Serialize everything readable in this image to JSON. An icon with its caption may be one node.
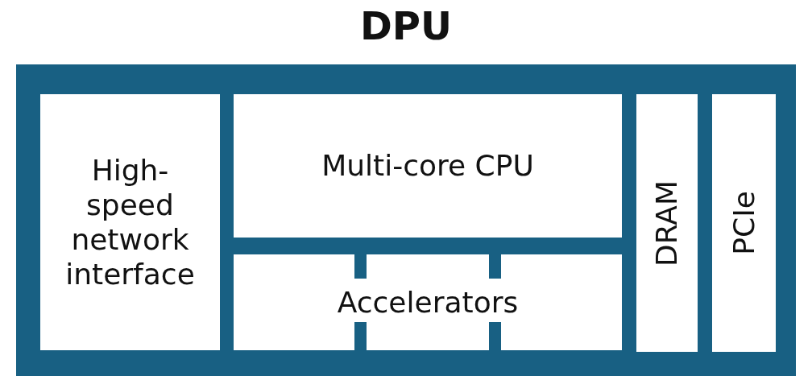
{
  "diagram": {
    "nodes": [
      {
        "text": [
          "DPU"
        ]
      },
      {
        "text": [
          "High-speed network interface"
        ],
        "in": 0
      },
      {
        "text": [
          "Multi-core CPU"
        ],
        "in": 0
      },
      {
        "text": [
          "Accelerators"
        ],
        "in": 0
      },
      {
        "text": [
          "DRAM"
        ],
        "in": 0
      },
      {
        "text": [
          "PCIe"
        ],
        "in": 0
      }
    ],
    "edges": []
  }
}
